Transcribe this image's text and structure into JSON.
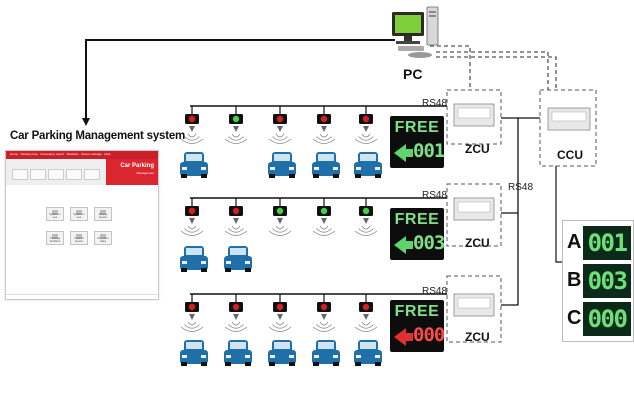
{
  "pc": {
    "label": "PC"
  },
  "cms": {
    "title": "Car Parking Management system",
    "brand": "Car Parking",
    "brand_sub": "Management",
    "nav": "Home · Parking map · Occupancy report · Statistics · Device settings · Help",
    "tiles": [
      {
        "label": "Space in use"
      },
      {
        "label": "Space in use"
      },
      {
        "label": "Empty space"
      },
      {
        "label": "Parking facilities"
      },
      {
        "label": "Search space"
      },
      {
        "label": "Records data"
      }
    ]
  },
  "bus_label": "RS48",
  "ccu": {
    "label": "CCU"
  },
  "rows": [
    {
      "zcu_label": "ZCU",
      "sign": {
        "free_text": "FREE",
        "number": "001",
        "arrow_color": "#5fd36c",
        "state": "available"
      },
      "indicators": [
        "#d62020",
        "#45d04a",
        "#d62020",
        "#d62020",
        "#d62020"
      ],
      "cars": [
        true,
        false,
        true,
        true,
        true
      ]
    },
    {
      "zcu_label": "ZCU",
      "sign": {
        "free_text": "FREE",
        "number": "003",
        "arrow_color": "#5fd36c",
        "state": "available"
      },
      "indicators": [
        "#d62020",
        "#d62020",
        "#45d04a",
        "#45d04a",
        "#45d04a"
      ],
      "cars": [
        true,
        true,
        false,
        false,
        false
      ]
    },
    {
      "zcu_label": "ZCU",
      "sign": {
        "free_text": "FREE",
        "number": "000",
        "arrow_color": "#e23030",
        "state": "full"
      },
      "indicators": [
        "#d62020",
        "#d62020",
        "#d62020",
        "#d62020",
        "#d62020"
      ],
      "cars": [
        true,
        true,
        true,
        true,
        true
      ]
    }
  ],
  "main_display": {
    "rows": [
      {
        "letter": "A",
        "value": "001"
      },
      {
        "letter": "B",
        "value": "003"
      },
      {
        "letter": "C",
        "value": "000"
      }
    ]
  },
  "colors": {
    "led_green": "#6de07a",
    "led_red": "#ff4a4a",
    "brand_red": "#c9202a",
    "car_blue": "#1f6fa8"
  }
}
